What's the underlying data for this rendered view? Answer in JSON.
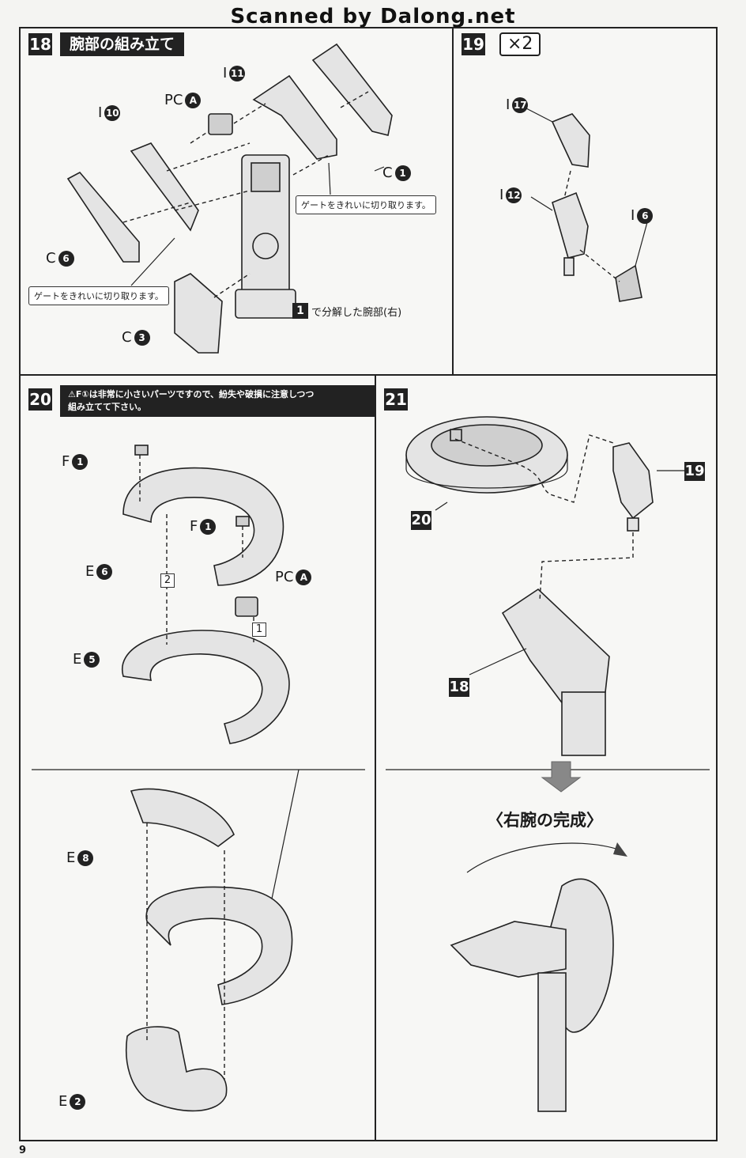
{
  "watermark": "Scanned by Dalong.net",
  "page_number": "9",
  "step18": {
    "number": "18",
    "title": "腕部の組み立て",
    "parts": {
      "i11": {
        "letter": "I",
        "num": "11"
      },
      "pca": {
        "letter": "PC",
        "num": "A"
      },
      "i10": {
        "letter": "I",
        "num": "10"
      },
      "c1": {
        "letter": "C",
        "num": "1"
      },
      "c6": {
        "letter": "C",
        "num": "6"
      },
      "c3": {
        "letter": "C",
        "num": "3"
      }
    },
    "gate_note_right": "ゲートをきれいに切り取ります。",
    "gate_note_left": "ゲートをきれいに切り取ります。",
    "ref_num": "1",
    "ref_text": "で分解した腕部(右)"
  },
  "step19": {
    "number": "19",
    "multiplier": "×2",
    "parts": {
      "i17": {
        "letter": "I",
        "num": "17"
      },
      "i12": {
        "letter": "I",
        "num": "12"
      },
      "i6": {
        "letter": "I",
        "num": "6"
      }
    }
  },
  "step20": {
    "number": "20",
    "warning_line1": "F①は非常に小さいパーツですので、紛失や破損に注意しつつ",
    "warning_line2": "組み立てて下さい。",
    "parts": {
      "f1a": {
        "letter": "F",
        "num": "1"
      },
      "f1b": {
        "letter": "F",
        "num": "1"
      },
      "e6": {
        "letter": "E",
        "num": "6"
      },
      "pca": {
        "letter": "PC",
        "num": "A"
      },
      "e5": {
        "letter": "E",
        "num": "5"
      },
      "e8": {
        "letter": "E",
        "num": "8"
      },
      "e2": {
        "letter": "E",
        "num": "2"
      }
    },
    "order2": "2",
    "order1": "1"
  },
  "step21": {
    "number": "21",
    "ref20": "20",
    "ref19": "19",
    "ref18": "18",
    "complete_label": "〈右腕の完成〉"
  }
}
